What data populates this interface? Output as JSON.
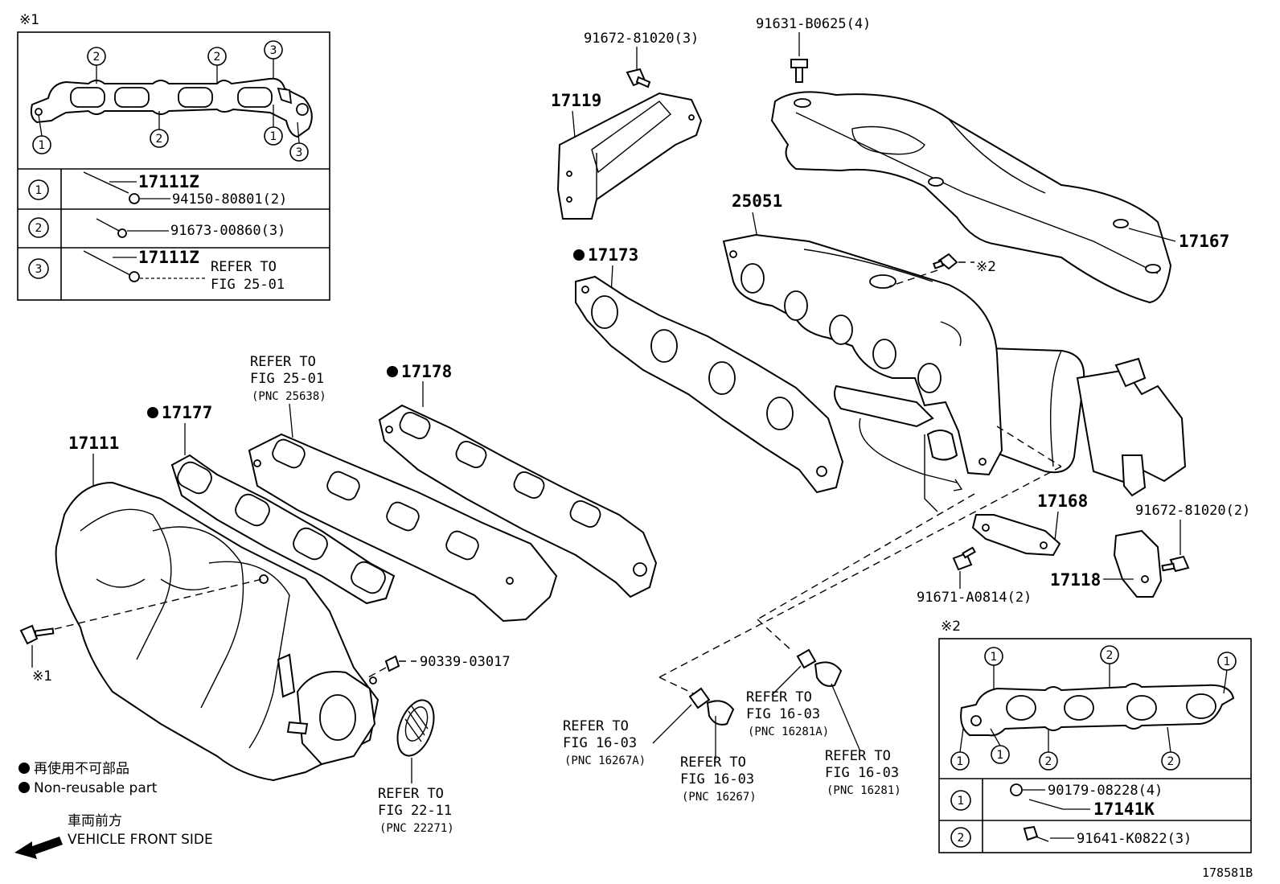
{
  "inset1": {
    "mark": "※1",
    "rows": [
      {
        "key": "1",
        "parts": [
          "17111Z",
          "94150-80801(2)"
        ]
      },
      {
        "key": "2",
        "parts": [
          "91673-00860(3)"
        ]
      },
      {
        "key": "3",
        "parts": [
          "17111Z",
          "REFER TO",
          "FIG 25-01"
        ]
      }
    ]
  },
  "inset2": {
    "mark": "※2",
    "rows": [
      {
        "key": "1",
        "parts": [
          "90179-08228(4)",
          "17141K"
        ]
      },
      {
        "key": "2",
        "parts": [
          "91641-K0822(3)"
        ]
      }
    ]
  },
  "callouts": {
    "one": "1",
    "two": "2",
    "three": "3"
  },
  "labels": {
    "p91672_top": "91672-81020(3)",
    "p91631": "91631-B0625(4)",
    "p17119": "17119",
    "p25051": "25051",
    "p17167": "17167",
    "p17173": "17173",
    "mark2": "※2",
    "p17178": "17178",
    "p17177": "17177",
    "p17111": "17111",
    "refer_a1": "REFER TO",
    "refer_a2": "FIG 25-01",
    "refer_a3": "(PNC 25638)",
    "p90339": "90339-03017",
    "mark1_bolt": "※1",
    "refer_b1": "REFER TO",
    "refer_b2": "FIG 22-11",
    "refer_b3": "(PNC 22271)",
    "p17168": "17168",
    "p91672_right": "91672-81020(2)",
    "p17118": "17118",
    "p91671": "91671-A0814(2)",
    "refer_c1": "REFER TO",
    "refer_c2": "FIG 16-03",
    "refer_c3": "(PNC 16267A)",
    "refer_d1": "REFER TO",
    "refer_d2": "FIG 16-03",
    "refer_d3": "(PNC 16267)",
    "refer_e1": "REFER TO",
    "refer_e2": "FIG 16-03",
    "refer_e3": "(PNC 16281A)",
    "refer_f1": "REFER TO",
    "refer_f2": "FIG 16-03",
    "refer_f3": "(PNC 16281)"
  },
  "legend": {
    "jp": "再使用不可部品",
    "en": "Non-reusable part",
    "front_jp": "車両前方",
    "front_en": "VEHICLE FRONT SIDE"
  },
  "figure_id": "178581B"
}
